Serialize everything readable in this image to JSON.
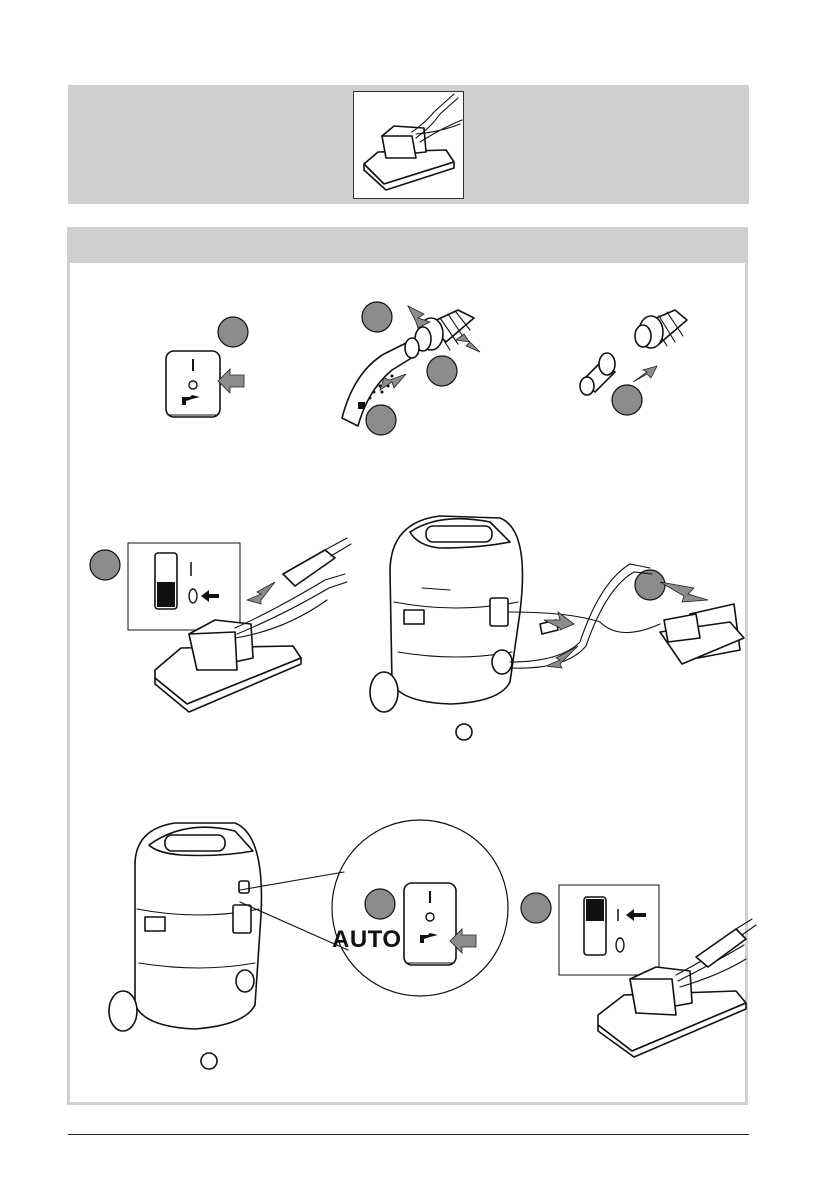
{
  "icons": {
    "header_tool": "upholstery-nozzle-icon",
    "switch_on_mark": "I",
    "switch_off_mark": "O",
    "power_tool_symbol": "power-tool-icon"
  },
  "labels": {
    "auto": "AUTO"
  },
  "colors": {
    "band": "#cfcfcf",
    "step_badge": "#8c8c8c",
    "line": "#111111"
  }
}
